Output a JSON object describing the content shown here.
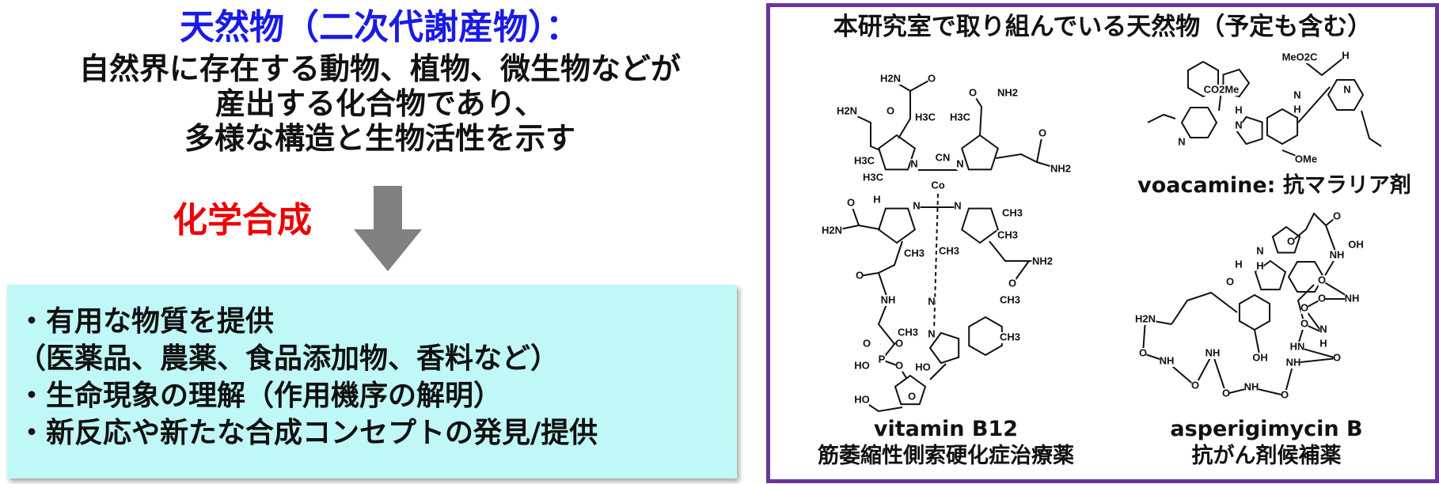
{
  "left": {
    "title": "天然物（二次代謝産物）：",
    "description": [
      "自然界に存在する動物、植物、微生物などが",
      "産出する化合物であり、",
      "多様な構造と生物活性を示す"
    ],
    "synthesis_label": "化学合成",
    "bullets": [
      "・有用な物質を提供",
      "（医薬品、農薬、食品添加物、香料など）",
      "・生命現象の理解（作用機序の解明）",
      "・新反応や新たな合成コンセプトの発見/提供"
    ]
  },
  "right": {
    "title": "本研究室で取り組んでいる天然物（予定も含む）",
    "compounds": [
      {
        "name": "vitamin B12",
        "use": "筋萎縮性側索硬化症治療薬",
        "atom_labels": [
          "H2N",
          "O",
          "O",
          "NH2",
          "H2N",
          "O",
          "H3C",
          "H3C",
          "O",
          "NH2",
          "H3C",
          "H3C",
          "N",
          "CN",
          "N",
          "Co",
          "H",
          "N",
          "N",
          "O",
          "CH3",
          "CH3",
          "H2N",
          "CH3",
          "CH3",
          "NH2",
          "O",
          "O",
          "NH",
          "N",
          "CH3",
          "CH3",
          "N",
          "CH3",
          "O",
          "P",
          "O",
          "HO",
          "O",
          "HO",
          "HO",
          "O"
        ]
      },
      {
        "name": "voacamine: 抗マラリア剤",
        "atom_labels": [
          "MeO2C",
          "H",
          "CO2Me",
          "N",
          "N",
          "H",
          "H",
          "N",
          "N",
          "OMe"
        ]
      },
      {
        "name": "asperigimycin B",
        "use": "抗がん剤候補薬",
        "atom_labels": [
          "O",
          "OH",
          "O",
          "NH",
          "H",
          "N",
          "H",
          "O",
          "O",
          "O",
          "NH",
          "O",
          "H2N",
          "O",
          "N",
          "H",
          "HN",
          "O",
          "O",
          "NH",
          "NH",
          "OH",
          "NH",
          "O",
          "O",
          "NH",
          "O"
        ]
      }
    ]
  },
  "colors": {
    "title": "#1a1ae6",
    "synthesis": "#ee0000",
    "box": "#c0f7f7",
    "border": "#6a35a0",
    "arrow": "#808080"
  }
}
